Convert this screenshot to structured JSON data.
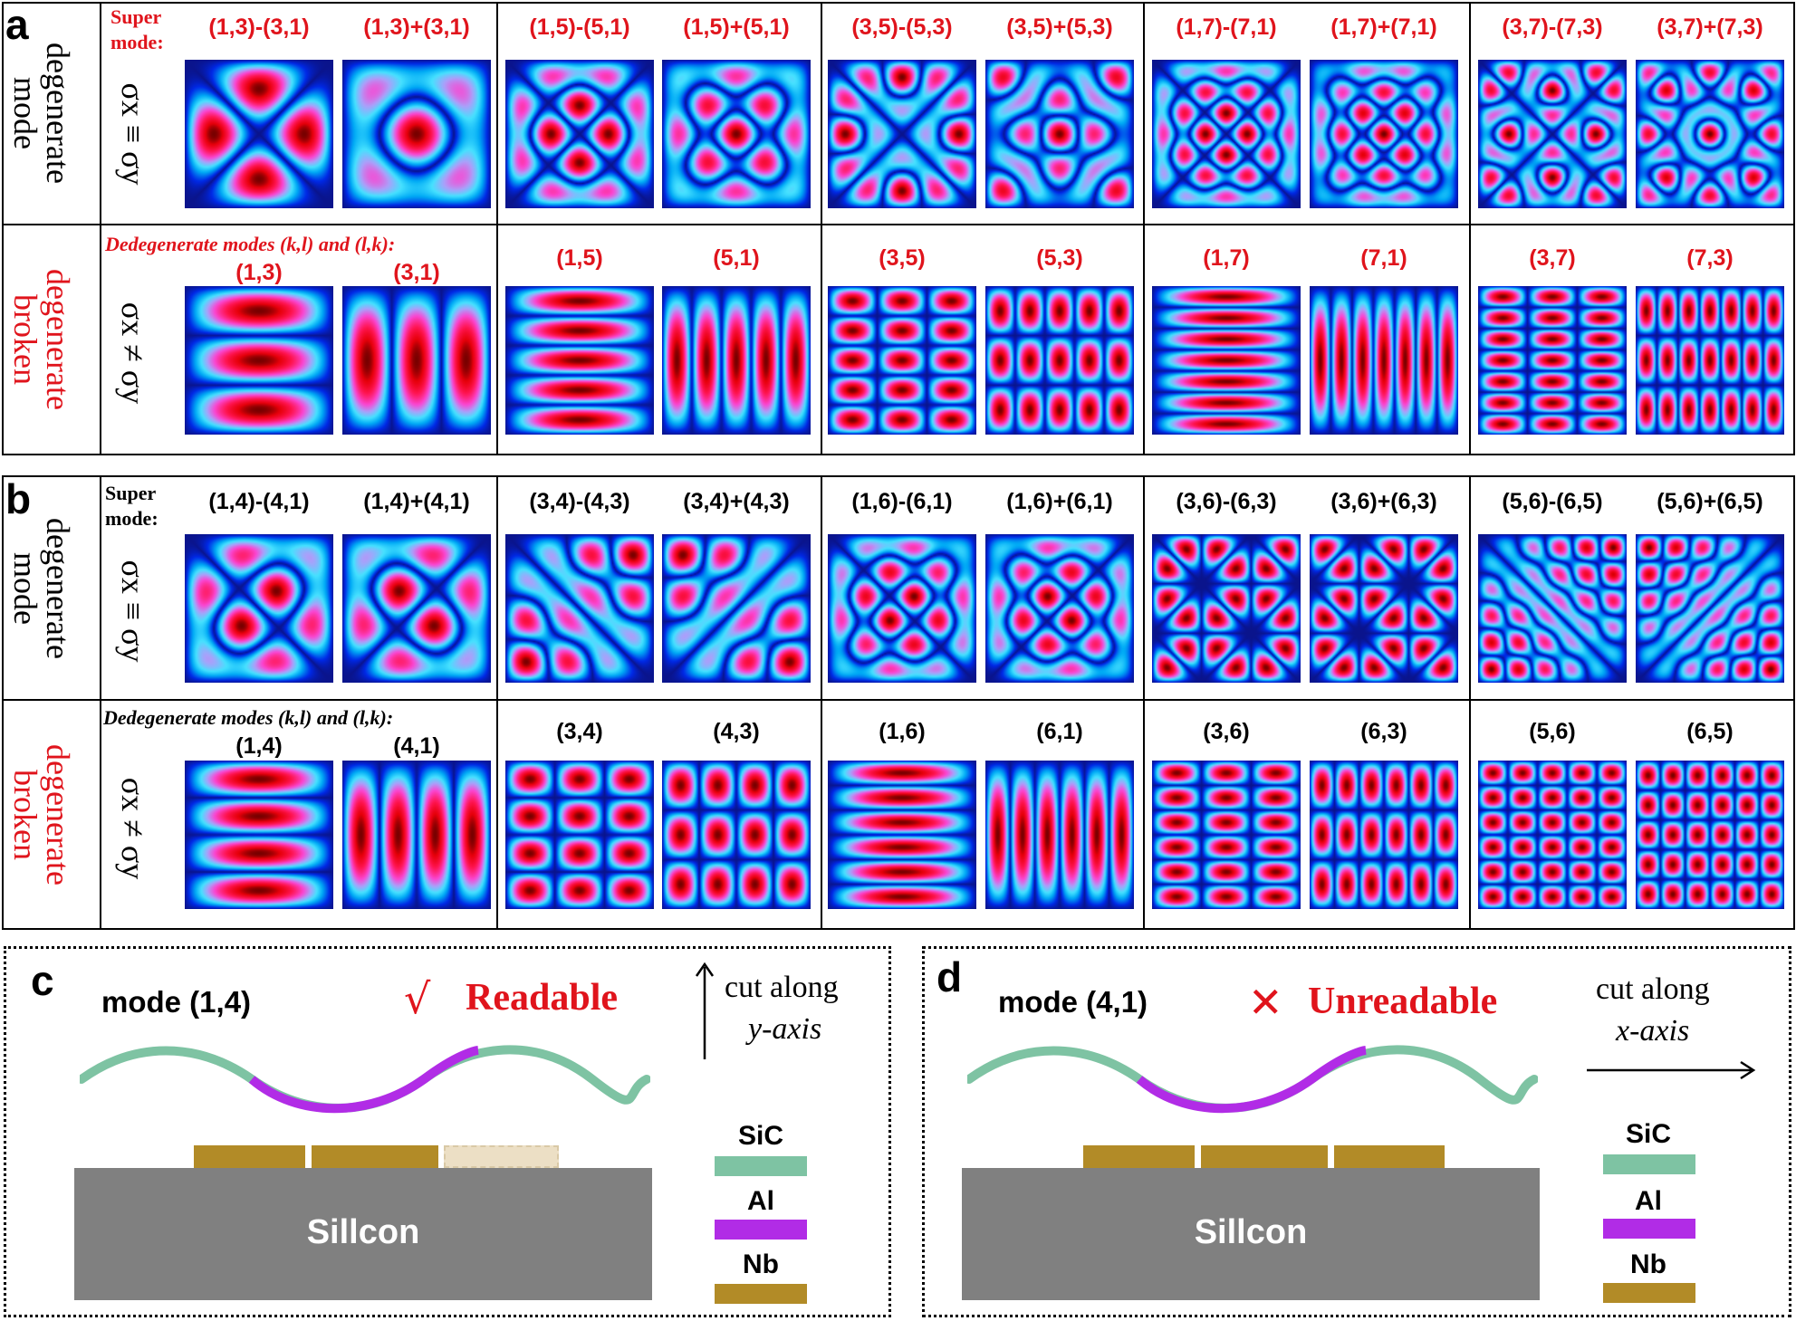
{
  "panels": {
    "a": {
      "label": "a",
      "row1_label_line1": "degenerate",
      "row1_label_line2": "mode",
      "row1_sigma": "σx ≡ σy",
      "row2_label_line1": "degenerate",
      "row2_label_line2": "broken",
      "row2_sigma": "σx ≠ σy",
      "super_line1": "Super",
      "super_line2": "mode:",
      "dedeg": "Dedegenerate modes (k,l) and (l,k):",
      "super_captions": [
        "(1,3)-(3,1)",
        "(1,3)+(3,1)",
        "(1,5)-(5,1)",
        "(1,5)+(5,1)",
        "(3,5)-(5,3)",
        "(3,5)+(5,3)",
        "(1,7)-(7,1)",
        "(1,7)+(7,1)",
        "(3,7)-(7,3)",
        "(3,7)+(7,3)"
      ],
      "broken_captions": [
        "(1,3)",
        "(3,1)",
        "(1,5)",
        "(5,1)",
        "(3,5)",
        "(5,3)",
        "(1,7)",
        "(7,1)",
        "(3,7)",
        "(7,3)"
      ]
    },
    "b": {
      "label": "b",
      "row1_label_line1": "degenerate",
      "row1_label_line2": "mode",
      "row1_sigma": "σx ≡ σy",
      "row2_label_line1": "degenerate",
      "row2_label_line2": "broken",
      "row2_sigma": "σx ≠ σy",
      "super_line1": "Super",
      "super_line2": "mode:",
      "dedeg": "Dedegenerate modes (k,l) and (l,k):",
      "super_captions": [
        "(1,4)-(4,1)",
        "(1,4)+(4,1)",
        "(3,4)-(4,3)",
        "(3,4)+(4,3)",
        "(1,6)-(6,1)",
        "(1,6)+(6,1)",
        "(3,6)-(6,3)",
        "(3,6)+(6,3)",
        "(5,6)-(6,5)",
        "(5,6)+(6,5)"
      ],
      "broken_captions": [
        "(1,4)",
        "(4,1)",
        "(3,4)",
        "(4,3)",
        "(1,6)",
        "(6,1)",
        "(3,6)",
        "(6,3)",
        "(5,6)",
        "(6,5)"
      ]
    },
    "c": {
      "label": "c",
      "mode": "mode (1,4)",
      "status_mark": "√",
      "status": "Readable",
      "cut_line1": "cut along",
      "cut_line2": "y-axis",
      "substrate": "Sillcon",
      "legend": [
        "SiC",
        "Al",
        "Nb"
      ]
    },
    "d": {
      "label": "d",
      "mode": "mode (4,1)",
      "status_mark": "✕",
      "status": "Unreadable",
      "cut_line1": "cut along",
      "cut_line2": "x-axis",
      "substrate": "Sillcon",
      "legend": [
        "SiC",
        "Al",
        "Nb"
      ]
    }
  },
  "colors": {
    "red_text": "#e0141c",
    "sic": "#7ec3a3",
    "al": "#b12ce6",
    "nb": "#b28b27",
    "silicon": "#808080",
    "nb_faded": "#ecdfc5"
  }
}
